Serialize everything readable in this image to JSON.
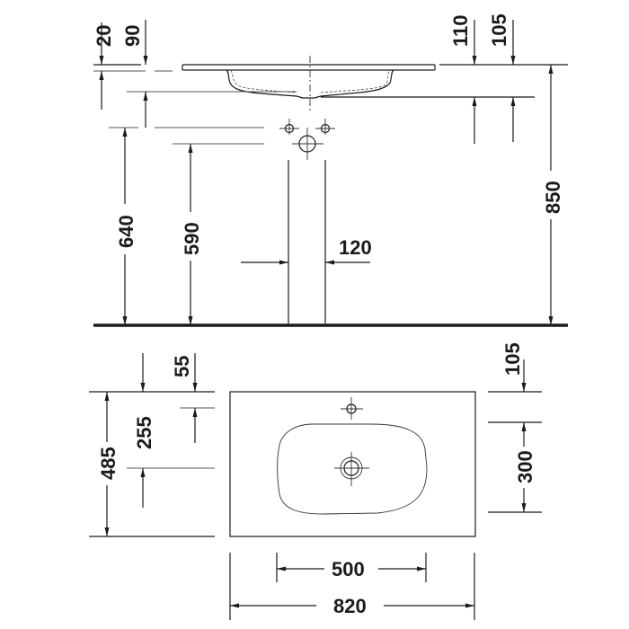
{
  "drawing": {
    "title": "Washbasin dimensional drawing",
    "units": "mm",
    "side_view": {
      "dimensions": {
        "d20": "20",
        "d90": "90",
        "d110": "110",
        "d105_top": "105",
        "d640": "640",
        "d590": "590",
        "d120": "120",
        "d850": "850"
      }
    },
    "plan_view": {
      "dimensions": {
        "d55": "55",
        "d255": "255",
        "d485": "485",
        "d105_plan": "105",
        "d300": "300",
        "d500": "500",
        "d820": "820"
      }
    },
    "icons": {
      "tap_hole": "tap-hole-crosshair-icon",
      "waste_outlet": "waste-outlet-crosshair-icon"
    },
    "colors": {
      "line": "#1a1a1a",
      "background": "#ffffff"
    }
  }
}
